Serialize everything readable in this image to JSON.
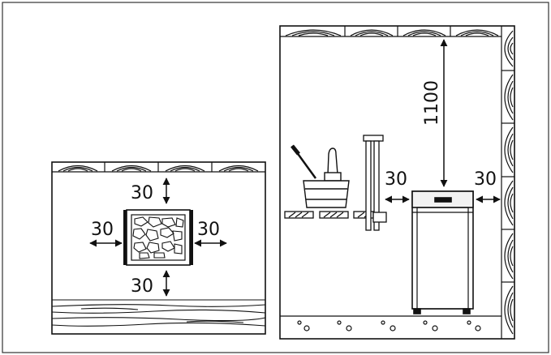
{
  "left_view": {
    "clearance_top": "30",
    "clearance_left": "30",
    "clearance_right": "30",
    "clearance_bottom": "30"
  },
  "right_view": {
    "clearance_ceiling": "1100",
    "clearance_left": "30",
    "clearance_right": "30"
  },
  "colors": {
    "line": "#111111",
    "background": "#ffffff",
    "heater_panel": "#f2f2f2"
  }
}
